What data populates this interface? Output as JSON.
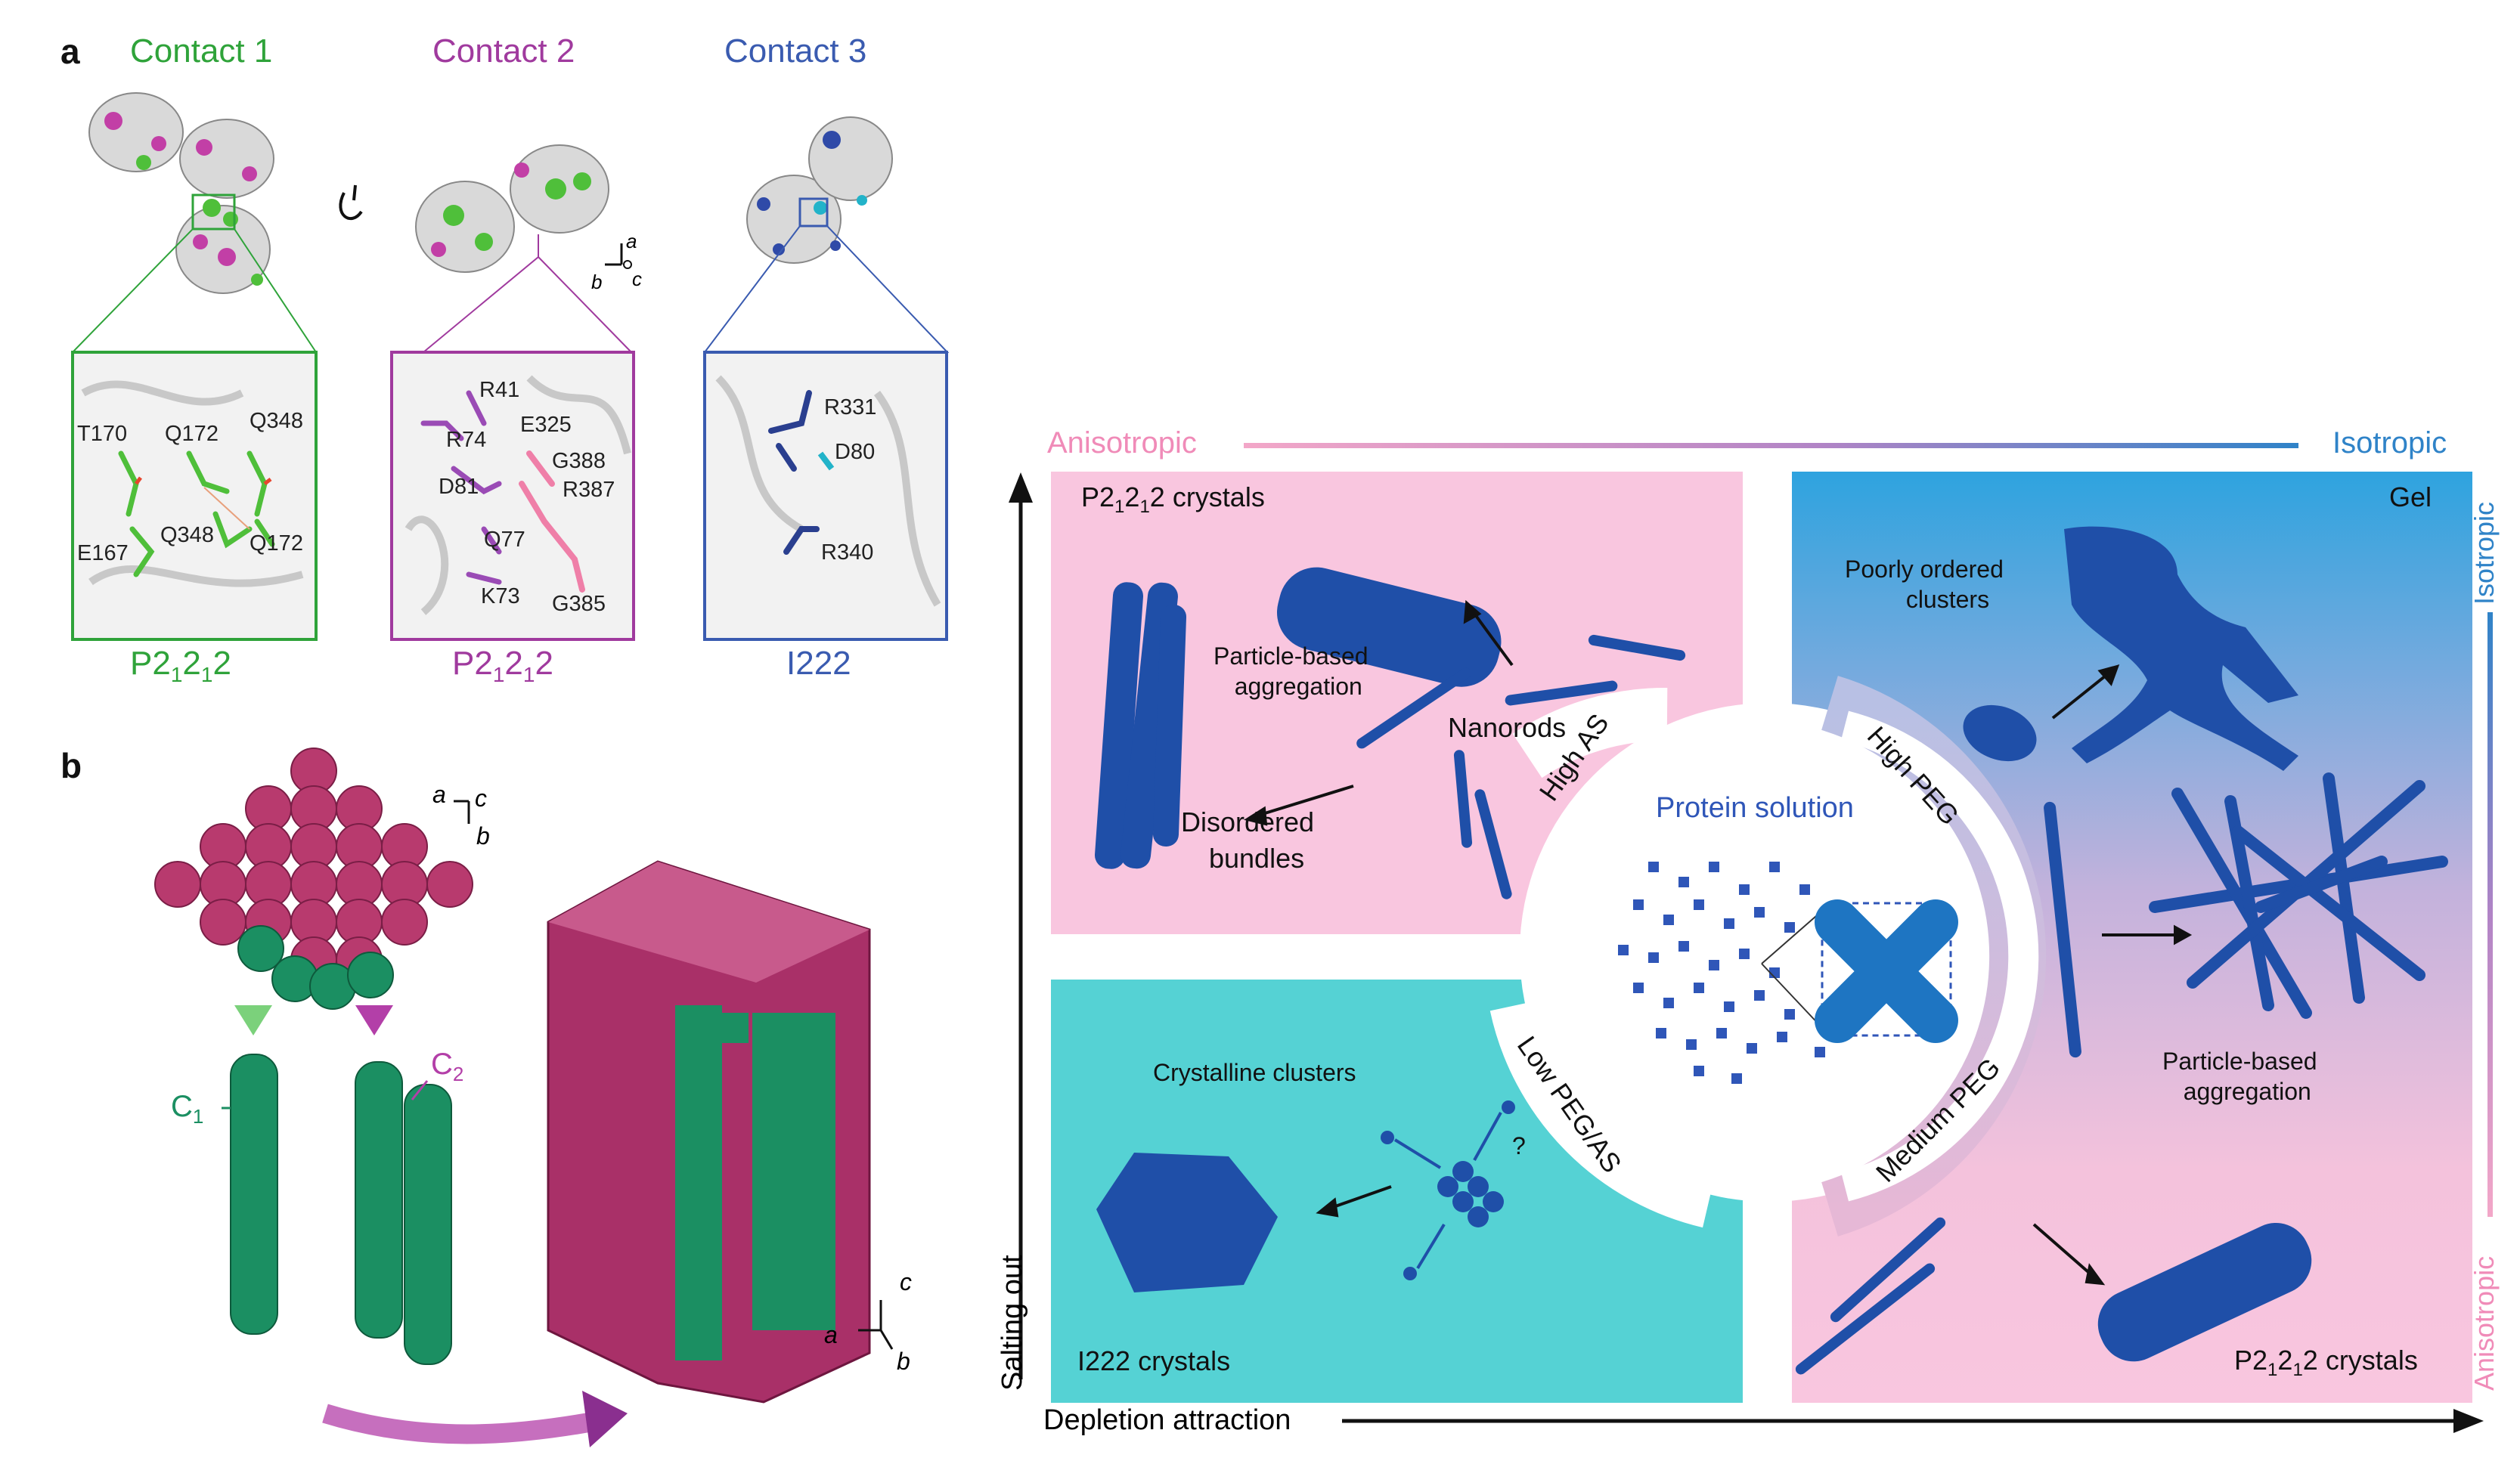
{
  "panel_a": {
    "letter": "a",
    "contacts": [
      {
        "title": "Contact 1",
        "color": "#2fa33a",
        "space_group_main": "P2",
        "space_group_sub1": "1",
        "space_group_mid": "2",
        "space_group_sub2": "1",
        "space_group_end": "2",
        "residues": [
          "T170",
          "Q172",
          "Q348",
          "E167",
          "Q348",
          "Q172"
        ]
      },
      {
        "title": "Contact 2",
        "color": "#a03a9e",
        "space_group_main": "P2",
        "space_group_sub1": "1",
        "space_group_mid": "2",
        "space_group_sub2": "1",
        "space_group_end": "2",
        "residues": [
          "R41",
          "R74",
          "E325",
          "G388",
          "D81",
          "R387",
          "Q77",
          "K73",
          "G385"
        ]
      },
      {
        "title": "Contact 3",
        "color": "#3a5bb0",
        "space_group": "I222",
        "residues": [
          "R331",
          "D80",
          "R340"
        ]
      }
    ],
    "axes": {
      "a": "a",
      "b": "b",
      "c": "c"
    }
  },
  "panel_b": {
    "letter": "b",
    "axes_top": {
      "a": "a",
      "b": "b",
      "c": "c"
    },
    "axes_bottom": {
      "a": "a",
      "b": "b",
      "c": "c"
    },
    "c1_label": "C",
    "c1_sub": "1",
    "c2_label": "C",
    "c2_sub": "2"
  },
  "diagram": {
    "top_axis_left": "Anisotropic",
    "top_axis_right": "Isotropic",
    "right_axis_top": "Isotropic",
    "right_axis_bottom": "Anisotropic",
    "y_axis": "Salting out",
    "x_axis": "Depletion attraction",
    "center": "Protein solution",
    "top_left": {
      "title_pre": "P2",
      "title_s1": "1",
      "title_mid": "2",
      "title_s2": "1",
      "title_post": "2 crystals",
      "particle_line1": "Particle-based",
      "particle_line2": "aggregation",
      "nanorods": "Nanorods",
      "bundles_line1": "Disordered",
      "bundles_line2": "bundles",
      "arc": "High AS"
    },
    "bottom_left": {
      "clusters": "Crystalline clusters",
      "crystals": "I222 crystals",
      "question": "?",
      "arc": "Low PEG/AS"
    },
    "right": {
      "gel": "Gel",
      "poorly_line1": "Poorly ordered",
      "poorly_line2": "clusters",
      "particle_line1": "Particle-based",
      "particle_line2": "aggregation",
      "arc_high": "High PEG",
      "arc_medium": "Medium PEG",
      "crystals_pre": "P2",
      "crystals_s1": "1",
      "crystals_mid": "2",
      "crystals_s2": "1",
      "crystals_post": "2 crystals"
    },
    "colors": {
      "pink": "#f9c6df",
      "teal": "#55d2d4",
      "blue_top": "#2ea3df",
      "rod_blue": "#1f4fa8",
      "aniso_pink": "#f08bb8",
      "iso_blue": "#2f83c8"
    }
  }
}
